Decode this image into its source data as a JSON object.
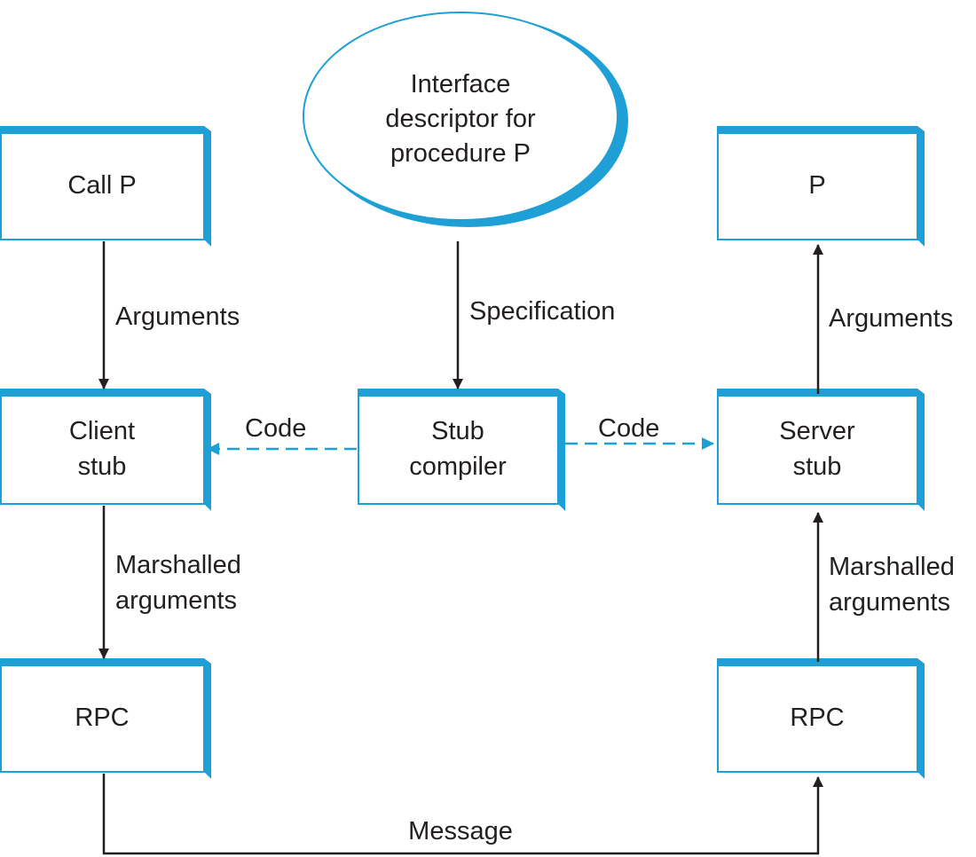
{
  "colors": {
    "accent": "#1ea0d6",
    "line": "#231f20",
    "text": "#231f20",
    "background": "#ffffff"
  },
  "nodes": {
    "interface": [
      "Interface",
      "descriptor for",
      "procedure P"
    ],
    "call_p": [
      "Call P"
    ],
    "p": [
      "P"
    ],
    "client_stub": [
      "Client",
      "stub"
    ],
    "stub_compiler": [
      "Stub",
      "compiler"
    ],
    "server_stub": [
      "Server",
      "stub"
    ],
    "rpc_client": [
      "RPC"
    ],
    "rpc_server": [
      "RPC"
    ]
  },
  "edges": {
    "client_arguments": [
      "Arguments"
    ],
    "specification": [
      "Specification"
    ],
    "server_arguments": [
      "Arguments"
    ],
    "code_left": [
      "Code"
    ],
    "code_right": [
      "Code"
    ],
    "client_marshalled": [
      "Marshalled",
      "arguments"
    ],
    "server_marshalled": [
      "Marshalled",
      "arguments"
    ],
    "message": [
      "Message"
    ]
  }
}
